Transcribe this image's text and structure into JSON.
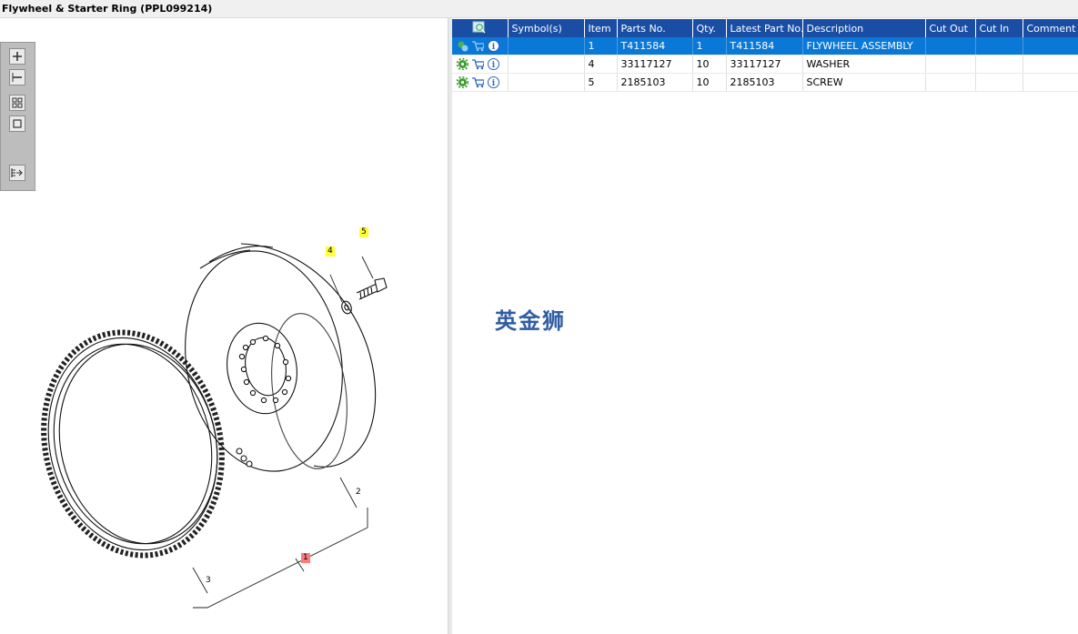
{
  "window": {
    "title": "Flywheel & Starter Ring (PPL099214)"
  },
  "toolbar": {
    "buttons": [
      {
        "name": "zoom-in",
        "icon": "plus-icon"
      },
      {
        "name": "zoom-out",
        "icon": "minus-icon"
      },
      {
        "name": "fit-all",
        "icon": "grid-icon"
      },
      {
        "name": "fit-window",
        "icon": "square-icon"
      },
      {
        "name": "export",
        "icon": "export-icon"
      }
    ]
  },
  "drawing": {
    "callouts": [
      {
        "id": "5",
        "style": "yellow"
      },
      {
        "id": "4",
        "style": "yellow"
      },
      {
        "id": "2",
        "style": "plain"
      },
      {
        "id": "1",
        "style": "red"
      },
      {
        "id": "3",
        "style": "plain"
      }
    ]
  },
  "parts_table": {
    "columns": [
      "",
      "Symbol(s)",
      "Item",
      "Parts No.",
      "Qty.",
      "Latest Part No.",
      "Description",
      "Cut Out",
      "Cut In",
      "Comment"
    ],
    "rows": [
      {
        "item": "1",
        "parts_no": "T411584",
        "qty": "1",
        "latest": "T411584",
        "description": "FLYWHEEL ASSEMBLY",
        "selected": true
      },
      {
        "item": "4",
        "parts_no": "33117127",
        "qty": "10",
        "latest": "33117127",
        "description": "WASHER",
        "selected": false
      },
      {
        "item": "5",
        "parts_no": "2185103",
        "qty": "10",
        "latest": "2185103",
        "description": "SCREW",
        "selected": false
      }
    ]
  },
  "watermark": {
    "text": "英金狮"
  },
  "colors": {
    "header": "#1a4ea5",
    "selected_row": "#0a78d7",
    "callout_yellow": "#ffff33",
    "callout_red": "#ff7b7b"
  }
}
